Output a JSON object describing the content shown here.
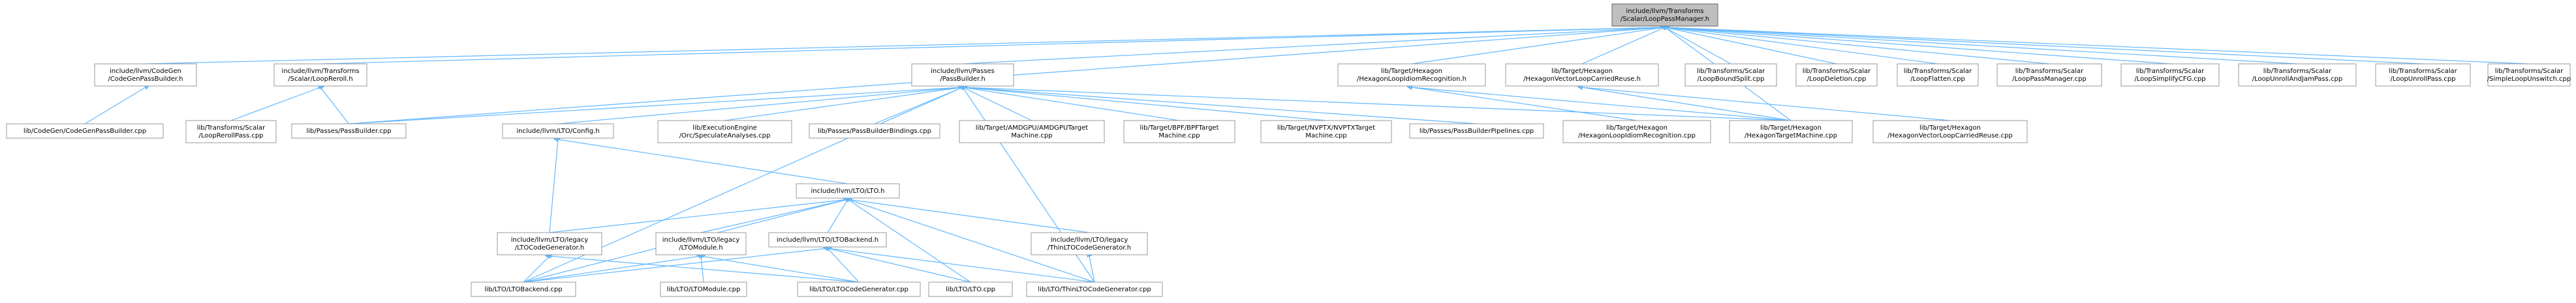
{
  "graph": {
    "nodes": [
      {
        "id": "root",
        "label": [
          "include/llvm/Transforms",
          "/Scalar/LoopPassManager.h"
        ],
        "root": true
      },
      {
        "id": "cgpb_h",
        "label": [
          "include/llvm/CodeGen",
          "/CodeGenPassBuilder.h"
        ]
      },
      {
        "id": "loopreroll_h",
        "label": [
          "include/llvm/Transforms",
          "/Scalar/LoopReroll.h"
        ]
      },
      {
        "id": "passbuilder_h",
        "label": [
          "include/llvm/Passes",
          "/PassBuilder.h"
        ]
      },
      {
        "id": "hex_lir_h",
        "label": [
          "lib/Target/Hexagon",
          "/HexagonLoopIdiomRecognition.h"
        ]
      },
      {
        "id": "hex_vlcr_h",
        "label": [
          "lib/Target/Hexagon",
          "/HexagonVectorLoopCarriedReuse.h"
        ]
      },
      {
        "id": "loopboundsplit",
        "label": [
          "lib/Transforms/Scalar",
          "/LoopBoundSplit.cpp"
        ]
      },
      {
        "id": "loopdeletion",
        "label": [
          "lib/Transforms/Scalar",
          "/LoopDeletion.cpp"
        ]
      },
      {
        "id": "loopflatten",
        "label": [
          "lib/Transforms/Scalar",
          "/LoopFlatten.cpp"
        ]
      },
      {
        "id": "looppassmanager",
        "label": [
          "lib/Transforms/Scalar",
          "/LoopPassManager.cpp"
        ]
      },
      {
        "id": "loopsimplifycfg",
        "label": [
          "lib/Transforms/Scalar",
          "/LoopSimplifyCFG.cpp"
        ]
      },
      {
        "id": "loopunrollandjam",
        "label": [
          "lib/Transforms/Scalar",
          "/LoopUnrollAndJamPass.cpp"
        ]
      },
      {
        "id": "loopunrollpass",
        "label": [
          "lib/Transforms/Scalar",
          "/LoopUnrollPass.cpp"
        ]
      },
      {
        "id": "simpleloopunswitch",
        "label": [
          "lib/Transforms/Scalar",
          "/SimpleLoopUnswitch.cpp"
        ]
      },
      {
        "id": "cgpb_cpp",
        "label": [
          "lib/CodeGen/CodeGenPassBuilder.cpp"
        ]
      },
      {
        "id": "looprerollpass",
        "label": [
          "lib/Transforms/Scalar",
          "/LoopRerollPass.cpp"
        ]
      },
      {
        "id": "passbuilder_cpp",
        "label": [
          "lib/Passes/PassBuilder.cpp"
        ]
      },
      {
        "id": "config_h",
        "label": [
          "include/llvm/LTO/Config.h"
        ]
      },
      {
        "id": "speculate",
        "label": [
          "lib/ExecutionEngine",
          "/Orc/SpeculateAnalyses.cpp"
        ]
      },
      {
        "id": "pbbindings",
        "label": [
          "lib/Passes/PassBuilderBindings.cpp"
        ]
      },
      {
        "id": "amdgpu",
        "label": [
          "lib/Target/AMDGPU/AMDGPUTarget",
          "Machine.cpp"
        ]
      },
      {
        "id": "bpf",
        "label": [
          "lib/Target/BPF/BPFTarget",
          "Machine.cpp"
        ]
      },
      {
        "id": "nvptx",
        "label": [
          "lib/Target/NVPTX/NVPTXTarget",
          "Machine.cpp"
        ]
      },
      {
        "id": "pbpipelines",
        "label": [
          "lib/Passes/PassBuilderPipelines.cpp"
        ]
      },
      {
        "id": "hex_lir_cpp",
        "label": [
          "lib/Target/Hexagon",
          "/HexagonLoopIdiomRecognition.cpp"
        ]
      },
      {
        "id": "hex_tm_cpp",
        "label": [
          "lib/Target/Hexagon",
          "/HexagonTargetMachine.cpp"
        ]
      },
      {
        "id": "hex_vlcr_cpp",
        "label": [
          "lib/Target/Hexagon",
          "/HexagonVectorLoopCarriedReuse.cpp"
        ]
      },
      {
        "id": "lto_h",
        "label": [
          "include/llvm/LTO/LTO.h"
        ]
      },
      {
        "id": "ltocg_h",
        "label": [
          "include/llvm/LTO/legacy",
          "/LTOCodeGenerator.h"
        ]
      },
      {
        "id": "ltomodule_h",
        "label": [
          "include/llvm/LTO/legacy",
          "/LTOModule.h"
        ]
      },
      {
        "id": "ltobackend_h",
        "label": [
          "include/llvm/LTO/LTOBackend.h"
        ]
      },
      {
        "id": "thinltocg_h",
        "label": [
          "include/llvm/LTO/legacy",
          "/ThinLTOCodeGenerator.h"
        ]
      },
      {
        "id": "ltobackend_cpp",
        "label": [
          "lib/LTO/LTOBackend.cpp"
        ]
      },
      {
        "id": "ltomodule_cpp",
        "label": [
          "lib/LTO/LTOModule.cpp"
        ]
      },
      {
        "id": "ltocg_cpp",
        "label": [
          "lib/LTO/LTOCodeGenerator.cpp"
        ]
      },
      {
        "id": "lto_cpp",
        "label": [
          "lib/LTO/LTO.cpp"
        ]
      },
      {
        "id": "thinltocg_cpp",
        "label": [
          "lib/LTO/ThinLTOCodeGenerator.cpp"
        ]
      }
    ],
    "edges": [
      [
        "root",
        "cgpb_h"
      ],
      [
        "root",
        "loopreroll_h"
      ],
      [
        "root",
        "passbuilder_h"
      ],
      [
        "root",
        "hex_lir_h"
      ],
      [
        "root",
        "hex_vlcr_h"
      ],
      [
        "root",
        "loopboundsplit"
      ],
      [
        "root",
        "loopdeletion"
      ],
      [
        "root",
        "loopflatten"
      ],
      [
        "root",
        "looppassmanager"
      ],
      [
        "root",
        "loopsimplifycfg"
      ],
      [
        "root",
        "loopunrollandjam"
      ],
      [
        "root",
        "loopunrollpass"
      ],
      [
        "root",
        "simpleloopunswitch"
      ],
      [
        "root",
        "passbuilder_cpp"
      ],
      [
        "root",
        "hex_tm_cpp"
      ],
      [
        "cgpb_h",
        "cgpb_cpp"
      ],
      [
        "loopreroll_h",
        "looprerollpass"
      ],
      [
        "loopreroll_h",
        "passbuilder_cpp"
      ],
      [
        "passbuilder_h",
        "passbuilder_cpp"
      ],
      [
        "passbuilder_h",
        "config_h"
      ],
      [
        "passbuilder_h",
        "speculate"
      ],
      [
        "passbuilder_h",
        "pbbindings"
      ],
      [
        "passbuilder_h",
        "amdgpu"
      ],
      [
        "passbuilder_h",
        "bpf"
      ],
      [
        "passbuilder_h",
        "nvptx"
      ],
      [
        "passbuilder_h",
        "pbpipelines"
      ],
      [
        "passbuilder_h",
        "hex_tm_cpp"
      ],
      [
        "passbuilder_h",
        "ltobackend_cpp"
      ],
      [
        "passbuilder_h",
        "thinltocg_cpp"
      ],
      [
        "hex_lir_h",
        "hex_lir_cpp"
      ],
      [
        "hex_lir_h",
        "hex_tm_cpp"
      ],
      [
        "hex_vlcr_h",
        "hex_tm_cpp"
      ],
      [
        "hex_vlcr_h",
        "hex_vlcr_cpp"
      ],
      [
        "config_h",
        "lto_h"
      ],
      [
        "config_h",
        "ltocg_h"
      ],
      [
        "lto_h",
        "ltocg_h"
      ],
      [
        "lto_h",
        "ltomodule_h"
      ],
      [
        "lto_h",
        "ltobackend_h"
      ],
      [
        "lto_h",
        "thinltocg_h"
      ],
      [
        "lto_h",
        "ltobackend_cpp"
      ],
      [
        "lto_h",
        "lto_cpp"
      ],
      [
        "lto_h",
        "thinltocg_cpp"
      ],
      [
        "ltocg_h",
        "ltocg_cpp"
      ],
      [
        "ltocg_h",
        "ltobackend_cpp"
      ],
      [
        "ltomodule_h",
        "ltomodule_cpp"
      ],
      [
        "ltomodule_h",
        "ltocg_cpp"
      ],
      [
        "ltomodule_h",
        "ltobackend_cpp"
      ],
      [
        "ltobackend_h",
        "ltobackend_cpp"
      ],
      [
        "ltobackend_h",
        "ltocg_cpp"
      ],
      [
        "ltobackend_h",
        "lto_cpp"
      ],
      [
        "ltobackend_h",
        "thinltocg_cpp"
      ],
      [
        "thinltocg_h",
        "thinltocg_cpp"
      ]
    ]
  },
  "colors": {
    "edge": "#63b8ff",
    "node_border": "#999999",
    "root_fill": "#bfbfbf"
  }
}
